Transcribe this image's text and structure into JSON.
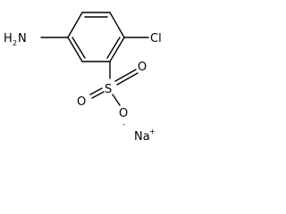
{
  "molecule": {
    "labels": {
      "amine": "H",
      "amine_subscript": "2",
      "amine_n": "N",
      "chlorine": "Cl",
      "sulfur": "S",
      "oxygen_top": "O",
      "oxygen_left": "O",
      "oxygen_bottom": "O",
      "oxygen_bottom_charge": "-",
      "sodium": "Na",
      "sodium_charge": "+"
    }
  }
}
